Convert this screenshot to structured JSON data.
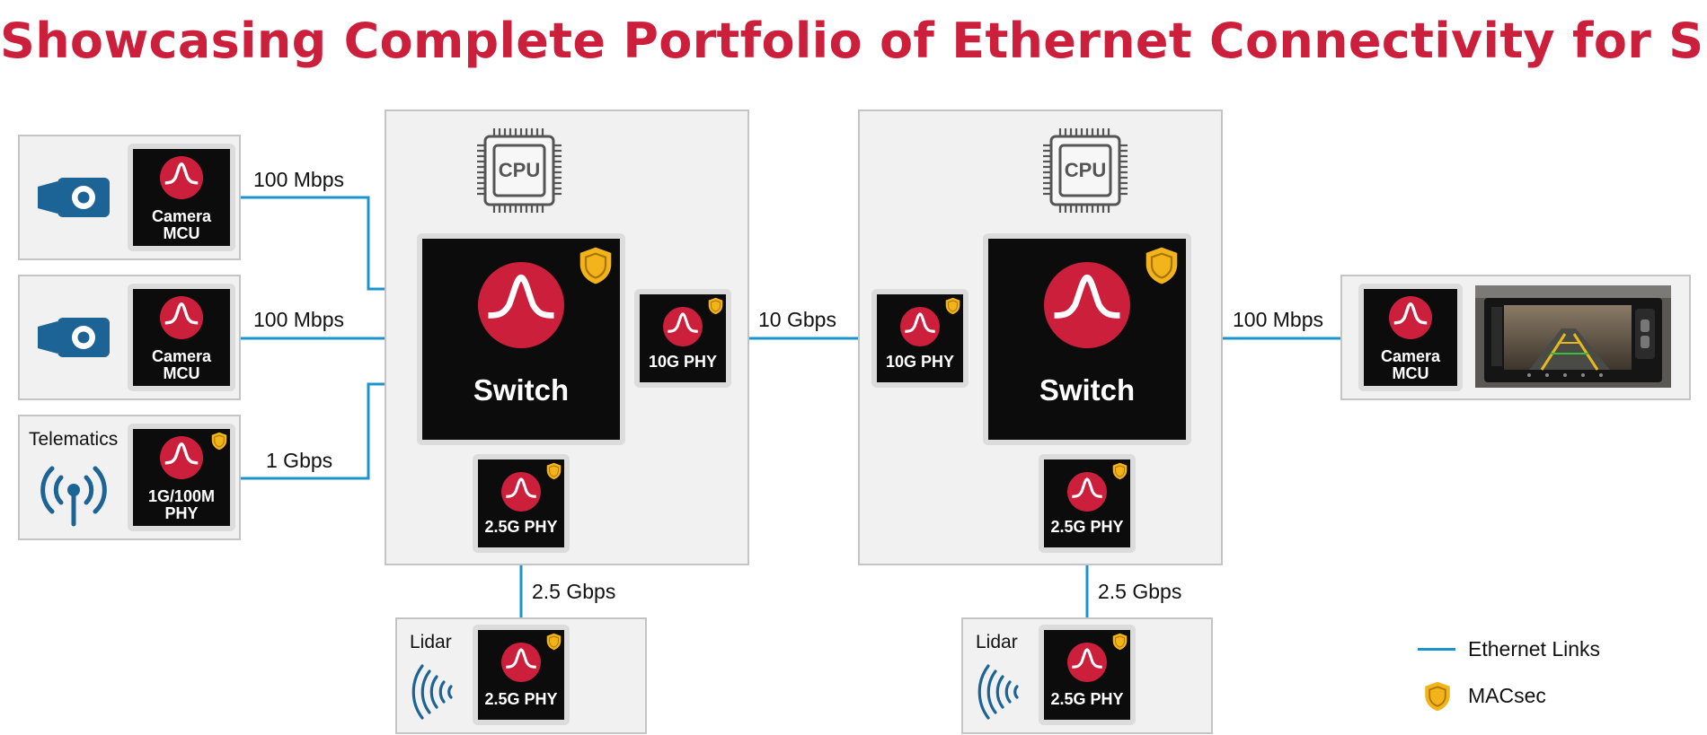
{
  "title": "Showcasing Complete Portfolio of Ethernet Connectivity for SDV",
  "colors": {
    "title": "#cc1f3c",
    "link": "#1a94cb",
    "macsec": "#f3b31b",
    "chip": "#0c0c0c",
    "logo": "#cc1f3c",
    "device_icon": "#1c6496"
  },
  "cpu_label": "CPU",
  "left_devices": [
    {
      "icon": "camera-icon",
      "chip_label_1": "Camera",
      "chip_label_2": "MCU",
      "link_speed": "100 Mbps"
    },
    {
      "icon": "camera-icon",
      "chip_label_1": "Camera",
      "chip_label_2": "MCU",
      "link_speed": "100 Mbps"
    },
    {
      "name": "Telematics",
      "icon": "antenna-icon",
      "chip_label_1": "1G/100M",
      "chip_label_2": "PHY",
      "link_speed": "1 Gbps",
      "macsec": true
    }
  ],
  "switches": [
    {
      "label": "Switch",
      "macsec": true,
      "phy_side_label": "10G PHY",
      "phy_bottom_label": "2.5G PHY"
    },
    {
      "label": "Switch",
      "macsec": true,
      "phy_side_label": "10G PHY",
      "phy_bottom_label": "2.5G PHY"
    }
  ],
  "inter_switch_speed": "10 Gbps",
  "lidar": [
    {
      "name": "Lidar",
      "icon": "lidar-waves-icon",
      "chip_label": "2.5G PHY",
      "link_speed": "2.5 Gbps"
    },
    {
      "name": "Lidar",
      "icon": "lidar-waves-icon",
      "chip_label": "2.5G PHY",
      "link_speed": "2.5 Gbps"
    }
  ],
  "right_device": {
    "chip_label_1": "Camera",
    "chip_label_2": "MCU",
    "link_speed": "100 Mbps",
    "image": "rear-camera-display"
  },
  "legend": {
    "ethernet": "Ethernet Links",
    "macsec": "MACsec"
  }
}
